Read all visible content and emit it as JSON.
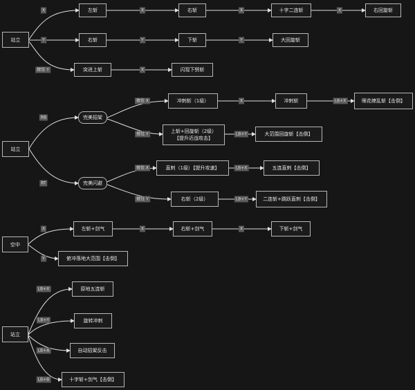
{
  "nodes": {
    "g1_root": "站立",
    "g1_a1": "左斩",
    "g1_a2": "右斩",
    "g1_a3": "十字二连斩",
    "g1_a4": "右回旋斩",
    "g1_b1": "右斩",
    "g1_b2": "下斩",
    "g1_b3": "大回旋斩",
    "g1_c1": "突进上斩",
    "g1_c2": "闪现下劈斩",
    "g2_root": "站立",
    "g2_p1": "完美招架",
    "g2_p2": "完美闪避",
    "g2_d1": "冲刺斩（1级）",
    "g2_d2": "冲刺斩",
    "g2_d3": "眼花缭乱斩【击倒】",
    "g2_e1": "上斩+回旋斩（2级）\n【提升近战攻击】",
    "g2_e2": "大范围回旋斩【击倒】",
    "g2_f1": "直刺（1级）【提升攻速】",
    "g2_f2": "五连直刺【击倒】",
    "g2_h1": "右斩（2级）",
    "g2_h2": "二连斩+跳跃直刺【击倒】",
    "g3_root": "空中",
    "g3_a1": "左斩+剑气",
    "g3_a2": "右斩+剑气",
    "g3_a3": "下斩+剑气",
    "g3_b1": "俯冲落地大范围【击倒】",
    "g4_root": "站立",
    "g4_a": "原地五连斩",
    "g4_b": "旋转冲刺",
    "g4_c": "自动招架反击",
    "g4_d": "十字斩+剑气【击倒】"
  },
  "edges": {
    "g1_e1": "X",
    "g1_e2": "X",
    "g1_e3": "X",
    "g1_e4": "X",
    "g1_e5": "Y",
    "g1_e6": "Y",
    "g1_e7": "Y",
    "g1_e8": "按住 Y",
    "g1_e9": "X",
    "g2_e1": "RB",
    "g2_e2": "RT",
    "g2_e3": "按住 X",
    "g2_e4": "X",
    "g2_e5": "LB+X",
    "g2_e6": "按住 Y",
    "g2_e7": "LB+Y",
    "g2_e8": "按住 X",
    "g2_e9": "LB+X",
    "g2_e10": "按住 Y",
    "g2_e11": "LB+Y",
    "g3_e1": "X",
    "g3_e2": "X",
    "g3_e3": "X",
    "g3_e4": "Y",
    "g4_e1": "LB+X",
    "g4_e2": "LB+Y",
    "g4_e3": "LB+A",
    "g4_e4": "LB+B"
  },
  "colors": {
    "background": "#161616",
    "line": "#e0e0e0",
    "label_bg": "#5a5a5a",
    "node_border": "#b8b8b8"
  }
}
